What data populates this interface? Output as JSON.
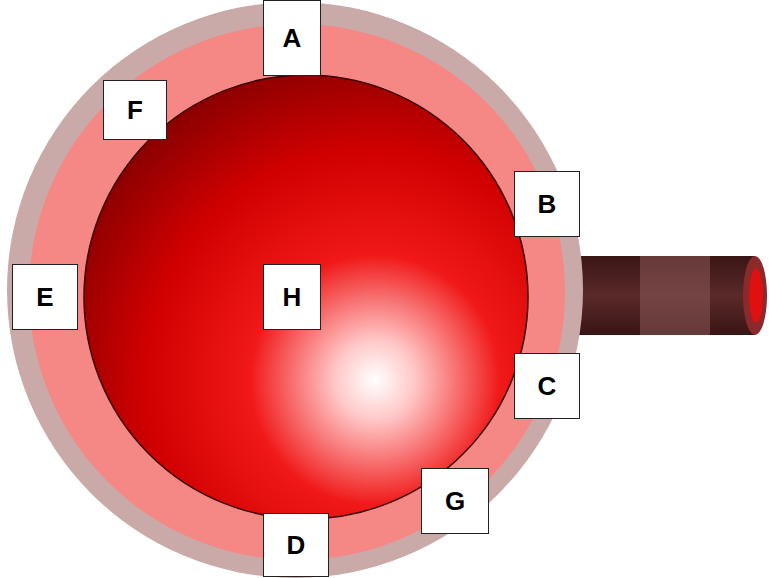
{
  "diagram": {
    "nodes": [
      {
        "text": [
          "A"
        ]
      },
      {
        "text": [
          "F"
        ]
      },
      {
        "text": [
          "B"
        ]
      },
      {
        "text": [
          "E"
        ]
      },
      {
        "text": [
          "H"
        ]
      },
      {
        "text": [
          "C"
        ]
      },
      {
        "text": [
          "G"
        ]
      },
      {
        "text": [
          "D"
        ]
      }
    ]
  }
}
